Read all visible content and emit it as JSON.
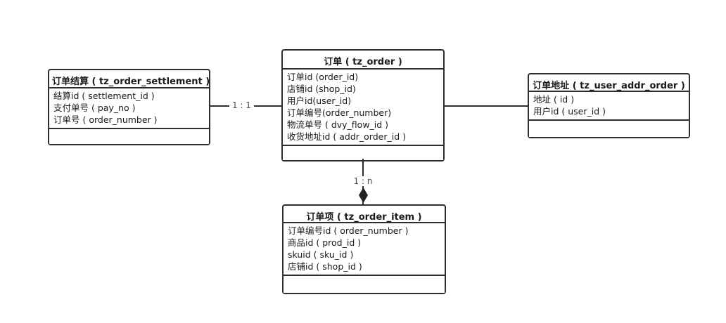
{
  "diagram": {
    "background_color": "#ffffff",
    "line_color": "#2e2e2e",
    "text_color": "#1a1a1a",
    "entities": [
      {
        "id": "order_settlement",
        "title": "订单结算 ( tz_order_settlement )",
        "fields": [
          "结算id ( settlement_id )",
          "支付单号 ( pay_no )",
          "订单号 ( order_number )"
        ]
      },
      {
        "id": "order",
        "title": "订单 ( tz_order )",
        "fields": [
          "订单id (order_id)",
          "店铺id (shop_id)",
          "用户id(user_id)",
          "订单编号(order_number)",
          "物流单号 ( dvy_flow_id )",
          "收货地址id ( addr_order_id )"
        ]
      },
      {
        "id": "user_addr_order",
        "title": "订单地址 ( tz_user_addr_order )",
        "fields": [
          "地址 ( id )",
          "用户id ( user_id )"
        ]
      },
      {
        "id": "order_item",
        "title": "订单项 ( tz_order_item )",
        "fields": [
          "订单编号id ( order_number )",
          "商品id ( prod_id )",
          "skuid ( sku_id )",
          "店铺id ( shop_id )"
        ]
      }
    ],
    "relationships": [
      {
        "from": "order_settlement",
        "to": "order",
        "label": "1 : 1",
        "arrow": "none"
      },
      {
        "from": "order",
        "to": "user_addr_order",
        "label": "",
        "arrow": "none"
      },
      {
        "from": "order",
        "to": "order_item",
        "label": "1 : n",
        "arrow": "filled-diamond"
      }
    ]
  }
}
